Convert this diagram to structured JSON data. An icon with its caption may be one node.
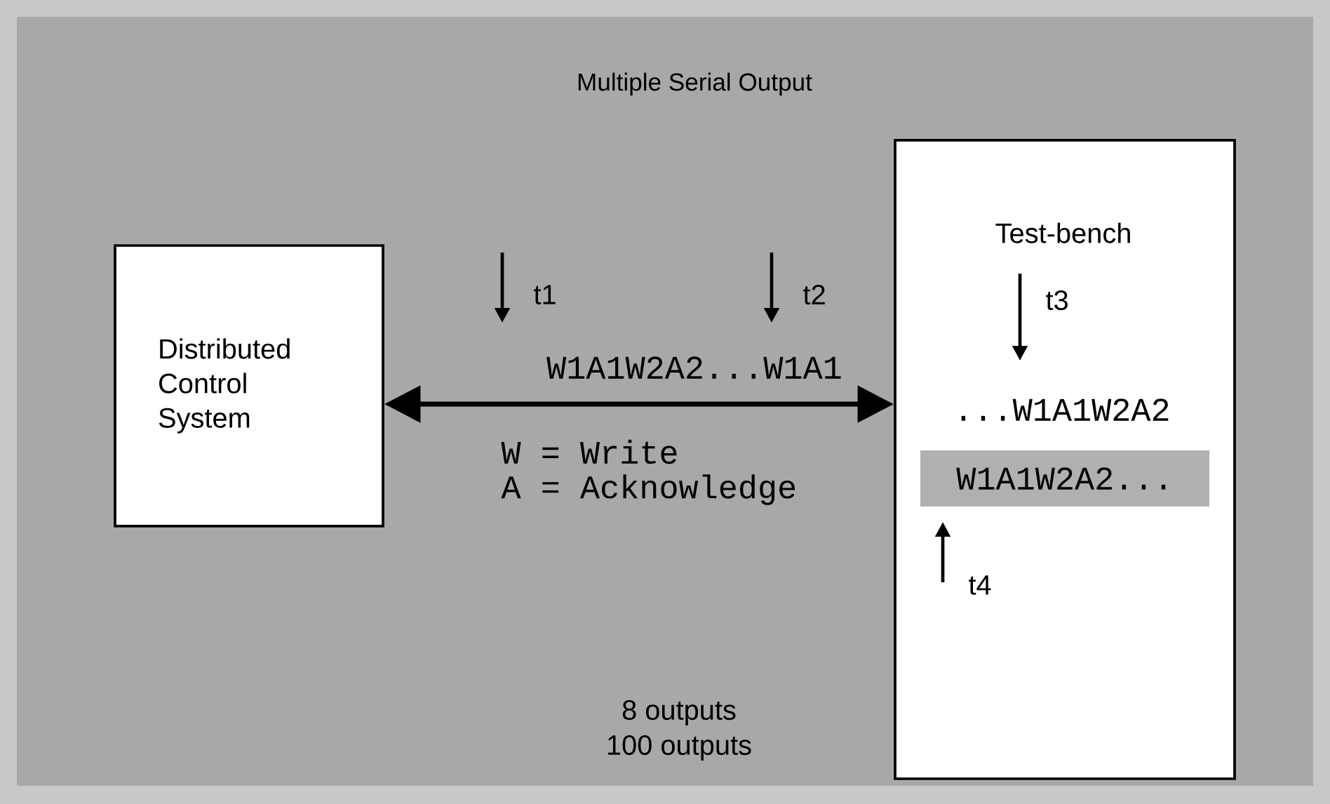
{
  "diagram": {
    "title": "Multiple Serial Output",
    "nodes": [
      {
        "text": [
          "Distributed Control System"
        ]
      },
      {
        "text": [
          "Test-bench"
        ]
      },
      {
        "text": [
          "W1A1W2A2..."
        ],
        "in": 1
      }
    ],
    "edges": [
      {
        "from": 0,
        "to": 1,
        "arrow": "both"
      }
    ],
    "labels": [
      "t1",
      "t2",
      "t3",
      "W1A1W2A2...W1A1",
      "...W1A1W2A2",
      "W = Write",
      "A = Acknowledge",
      "t4",
      "8 outputs",
      "100 outputs"
    ]
  }
}
